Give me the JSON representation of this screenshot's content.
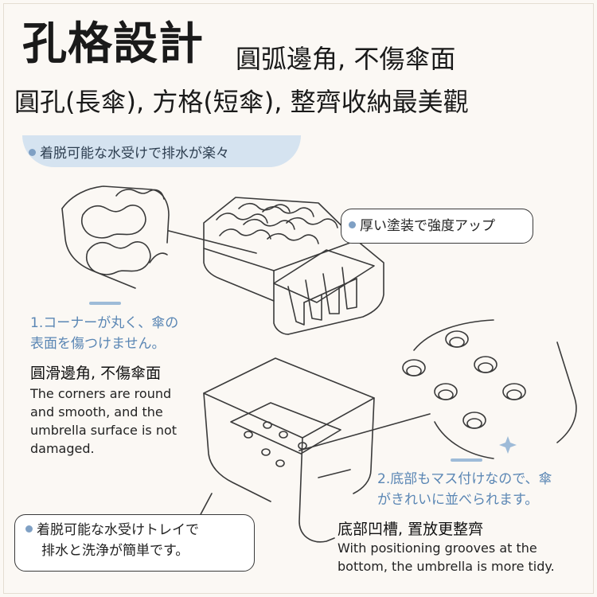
{
  "title": {
    "main": "孔格設計",
    "side": "圓弧邊角, 不傷傘面",
    "line2": "圓孔(長傘), 方格(短傘), 整齊收納最美觀"
  },
  "top_pill": {
    "text": "着脱可能な水受けで排水が楽々"
  },
  "bubble_coating": {
    "text": "厚い塗装で強度アップ"
  },
  "feature1": {
    "jp_line1": "1.コーナーが丸く、傘の",
    "jp_line2": "表面を傷つけません。",
    "cn_heading": "圓滑邊角, 不傷傘面",
    "en_line1": "The corners are round",
    "en_line2": "and smooth, and the",
    "en_line3": "umbrella surface is not",
    "en_line4": "damaged."
  },
  "feature2": {
    "jp_line1": "2.底部もマス付けなので、傘",
    "jp_line2": "がきれいに並べられます。",
    "cn_heading": "底部凹槽, 置放更整齊",
    "en_line1": "With positioning grooves at the",
    "en_line2": "bottom, the umbrella is more tidy."
  },
  "bubble_tray": {
    "line1": "着脱可能な水受けトレイで",
    "line2": "排水と洗浄が簡単です。"
  },
  "colors": {
    "accent_blue": "#9ebbd8",
    "pill_blue": "#d5e3f0",
    "text_blue": "#5a86b4",
    "line": "#3a3a3a",
    "background": "#fbf8f4"
  }
}
